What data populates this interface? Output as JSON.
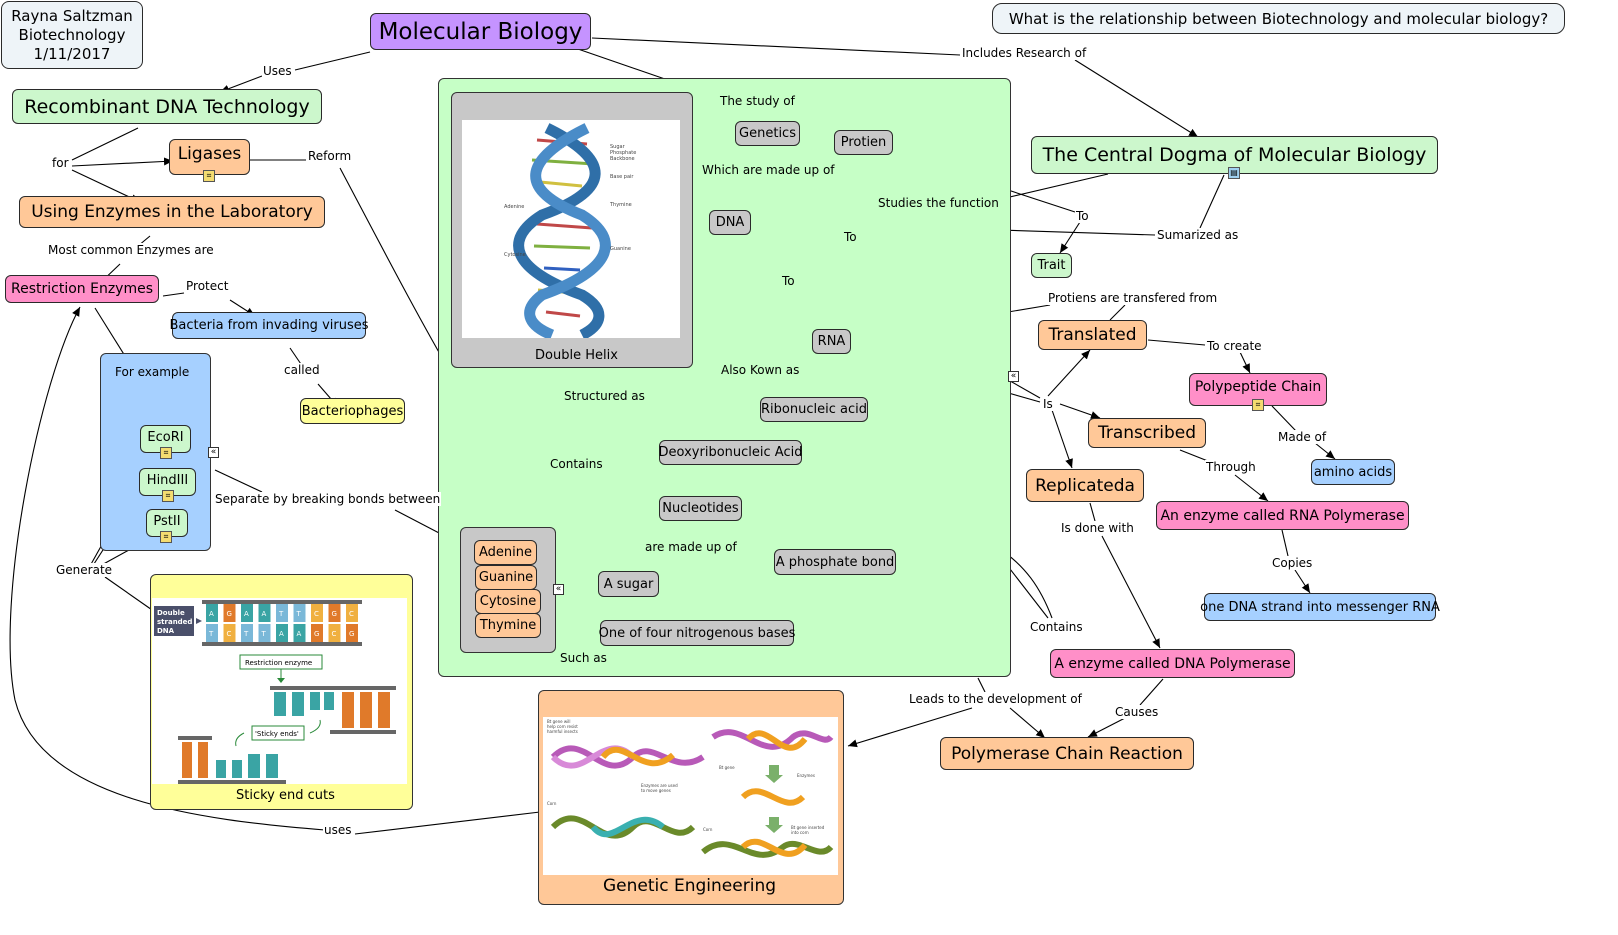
{
  "author": {
    "name": "Rayna Saltzman",
    "course": "Biotechnology",
    "date": "1/11/2017"
  },
  "question": "What is the relationship between Biotechnology and molecular biology?",
  "concepts": {
    "molecular_biology": "Molecular Biology",
    "recombinant_dna": "Recombinant DNA Technology",
    "ligases": "Ligases",
    "using_enzymes": "Using Enzymes in the Laboratory",
    "restriction_enzymes": "Restriction Enzymes",
    "bacteria": "Bacteria from invading viruses",
    "bacteriophages": "Bacteriophages",
    "ecori": "EcoRI",
    "hindiii": "HindIII",
    "psti": "PstII",
    "central_dogma": "The Central Dogma of Molecular Biology",
    "trait": "Trait",
    "translated": "Translated",
    "transcribed": "Transcribed",
    "replicated": "Replicateda",
    "polypeptide": "Polypeptide Chain",
    "amino_acids": "amino acids",
    "rna_polymerase": "An enzyme called RNA Polymerase",
    "dna_to_mrna": "one DNA strand into messenger RNA",
    "dna_polymerase": "A enzyme called DNA Polymerase",
    "pcr": "Polymerase Chain Reaction",
    "genetic_engineering": "Genetic Engineering",
    "genetics": "Genetics",
    "protien": "Protien",
    "dna": "DNA",
    "rna": "RNA",
    "ribonucleic": "Ribonucleic acid",
    "deoxyribonucleic": "Deoxyribonucleic Acid",
    "nucleotides": "Nucleotides",
    "phosphate_bond": "A phosphate bond",
    "sugar": "A sugar",
    "nitrogenous": "One of four nitrogenous bases",
    "adenine": "Adenine",
    "guanine": "Guanine",
    "cytosine": "Cytosine",
    "thymine": "Thymine",
    "double_helix": "Double Helix",
    "sticky_end_cuts": "Sticky end cuts"
  },
  "links": {
    "uses": "Uses",
    "for": "for",
    "reform": "Reform",
    "most_common": "Most common Enzymes are",
    "protect": "Protect",
    "called": "called",
    "for_example": "For example",
    "generate": "Generate",
    "separate": "Separate by breaking bonds between",
    "uses2": "uses",
    "includes_research": "Includes Research of",
    "study_of": "The study of",
    "made_up_of": "Which are made up of",
    "studies_function": "Studies the function",
    "to1": "To",
    "to2": "To",
    "to3": "To",
    "summarized": "Sumarized as",
    "transfered": "Protiens are transfered from",
    "to_create": "To create",
    "made_of": "Made of",
    "is": "Is",
    "through": "Through",
    "copies": "Copies",
    "done_with": "Is done with",
    "causes": "Causes",
    "leads_to": "Leads to the development of",
    "contains1": "Contains",
    "contains2": "Contains",
    "structured_as": "Structured as",
    "also_known": "Also Kown as",
    "are_made_up": "are made up of",
    "such_as": "Such as"
  },
  "figure_labels": {
    "helix": {
      "sugar": "Sugar",
      "phosphate": "Phosphate",
      "backbone": "Backbone",
      "base_pair": "Base pair",
      "adenine": "Adenine",
      "thymine": "Thymine",
      "cytosine": "Cytosine",
      "guanine": "Guanine"
    },
    "sticky": {
      "double": "Double",
      "stranded": "stranded",
      "dna": "DNA",
      "restriction_enzyme": "Restriction enzyme",
      "sticky_ends": "'Sticky ends'",
      "top_bases": [
        "A",
        "G",
        "A",
        "A",
        "T",
        "T",
        "C",
        "G",
        "C"
      ],
      "bottom_bases": [
        "T",
        "C",
        "T",
        "T",
        "A",
        "A",
        "G",
        "C",
        "G"
      ]
    },
    "ge": {
      "bt_gene_will": "Bt gene will",
      "help_corn": "help corn resist",
      "harmful_insects": "harmful insects",
      "enzymes_used": "Enzymes are used",
      "to_move_genes": "to move genes",
      "corn": "Corn",
      "bt_gene": "Bt gene",
      "enzymes": "Enzymes",
      "corn2": "Corn",
      "bt_gene_inserted": "Bt gene inserted",
      "into_corn": "into corn"
    }
  },
  "colors": {
    "green": "#ccf7cc",
    "orange": "#ffc898",
    "pink": "#ff8fc8",
    "blue": "#a6d0ff",
    "yellow": "#ffff99",
    "gray": "#c8c8c8",
    "lavender": "#c593ff",
    "panel_green": "#c6ffc6"
  }
}
